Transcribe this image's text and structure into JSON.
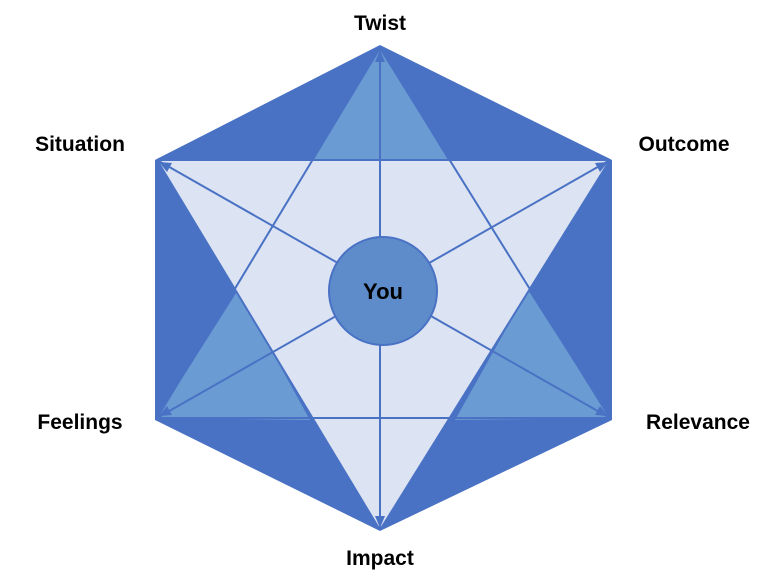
{
  "diagram": {
    "center_label": "You",
    "nodes": {
      "top": "Twist",
      "top_left": "Situation",
      "top_right": "Outcome",
      "bottom_left": "Feelings",
      "bottom_right": "Relevance",
      "bottom": "Impact"
    }
  },
  "colors": {
    "hexagon": "#4A72C4",
    "inner_triangles": "#6A9BD3",
    "star_fill": "#DCE3F3",
    "center_circle": "#5E8CCB",
    "lines": "#4A72C4"
  }
}
